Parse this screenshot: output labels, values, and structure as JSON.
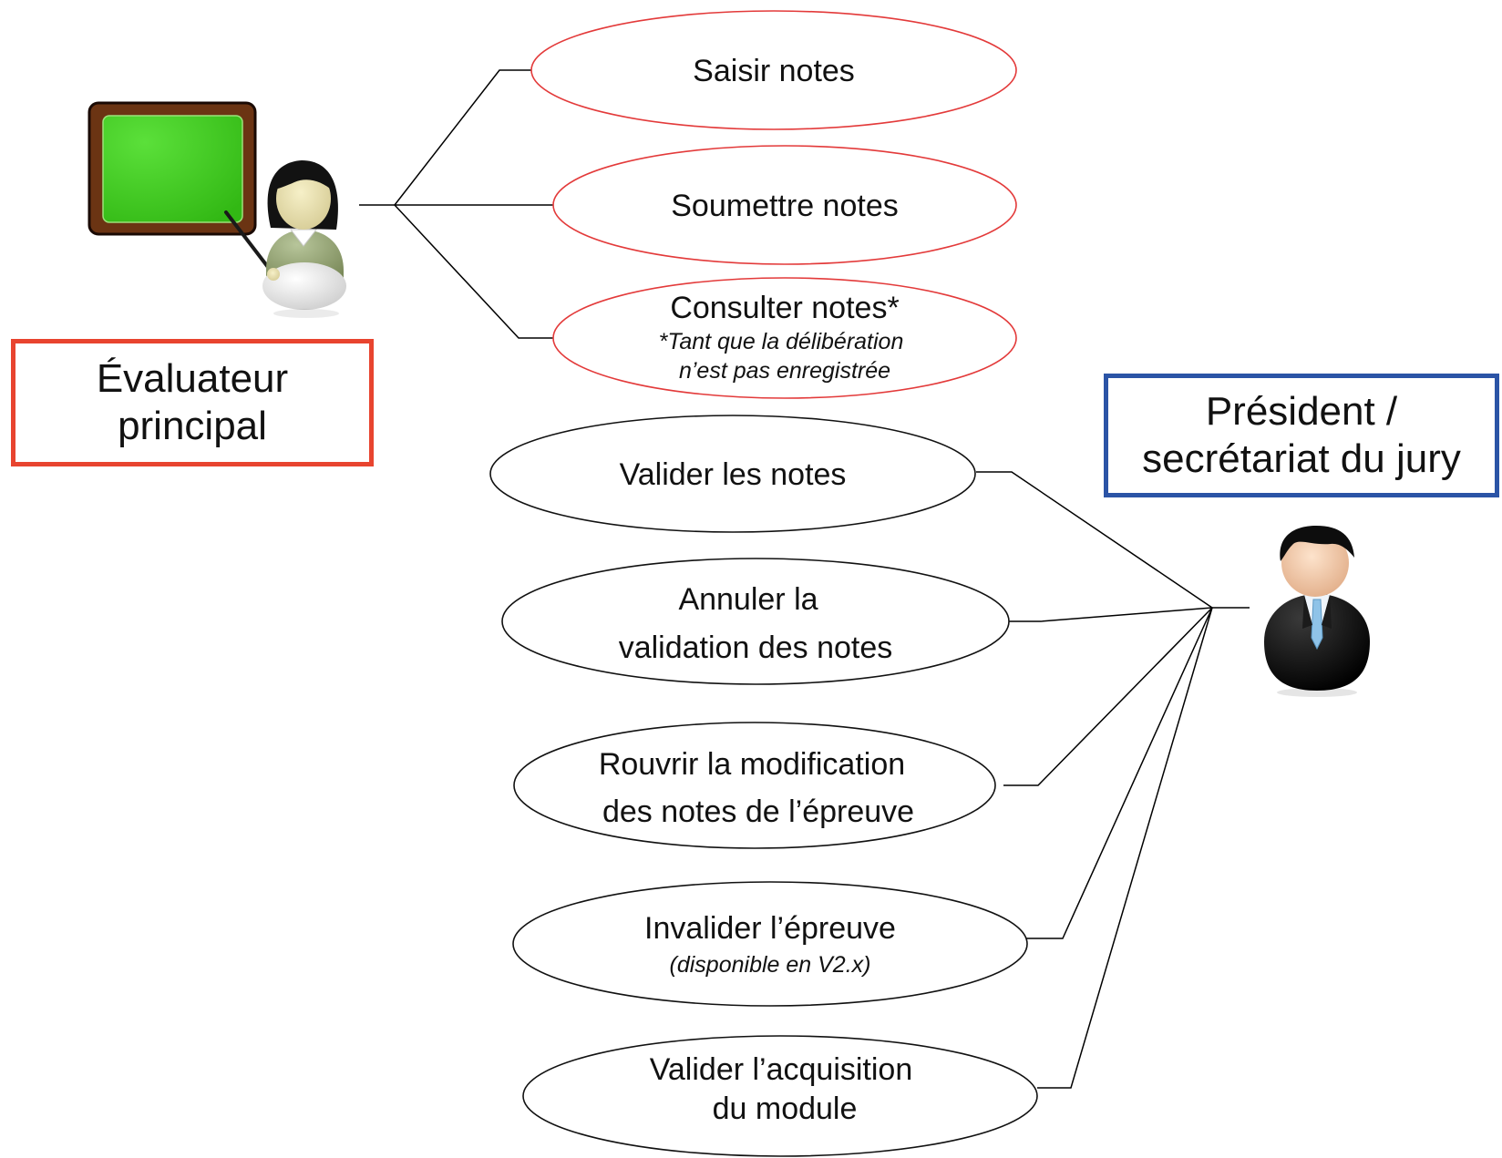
{
  "actors": {
    "evaluateur": {
      "label_line1": "Évaluateur",
      "label_line2": "principal",
      "border_color": "#e8442f",
      "icon": "teacher-with-chalkboard-icon"
    },
    "president": {
      "label_line1": "Président /",
      "label_line2": "secrétariat du jury",
      "border_color": "#2b54a6",
      "icon": "man-in-suit-icon"
    }
  },
  "colors": {
    "evaluateur_usecase_outline": "#e33a3a",
    "president_usecase_outline": "#111111",
    "chalkboard_green": "#3cc81c",
    "chalkboard_frame": "#6b3413"
  },
  "use_cases": {
    "saisir": {
      "line1": "Saisir notes"
    },
    "soumettre": {
      "line1": "Soumettre notes"
    },
    "consulter": {
      "line1": "Consulter notes*",
      "note1": "*Tant que la délibération",
      "note2": "n’est pas enregistrée"
    },
    "valider": {
      "line1": "Valider les notes"
    },
    "annuler": {
      "line1": "Annuler la",
      "line2": "validation des notes"
    },
    "rouvrir": {
      "line1": "Rouvrir la modification",
      "line2": "des notes de l’épreuve"
    },
    "invalider": {
      "line1": "Invalider l’épreuve",
      "note1": "(disponible en V2.x)"
    },
    "acquisition": {
      "line1": "Valider l’acquisition",
      "line2": "du module"
    }
  }
}
